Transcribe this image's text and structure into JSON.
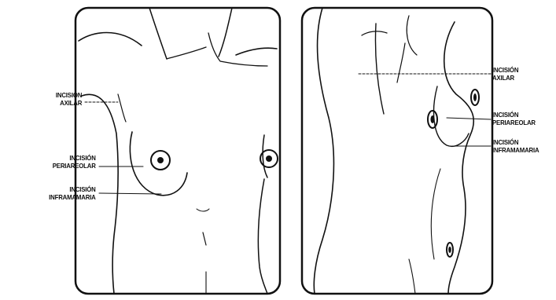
{
  "front_labels": {
    "axilar_1": "INCISIÓN",
    "axilar_2": "AXILAR",
    "periareolar_1": "INCISIÓN",
    "periareolar_2": "PERIAREOLAR",
    "inframamaria_1": "INCISIÓN",
    "inframamaria_2": "INFRAMAMARIA"
  },
  "side_labels": {
    "axilar_1": "INCISIÓN",
    "axilar_2": "AXILAR",
    "periareolar_1": "INCISIÓN",
    "periareolar_2": "PERIAREOLAR",
    "inframamaria_1": "INCISIÓN",
    "inframamaria_2": "INFRAMAMARIA"
  },
  "colors": {
    "ink": "#111111",
    "paper": "#ffffff"
  }
}
